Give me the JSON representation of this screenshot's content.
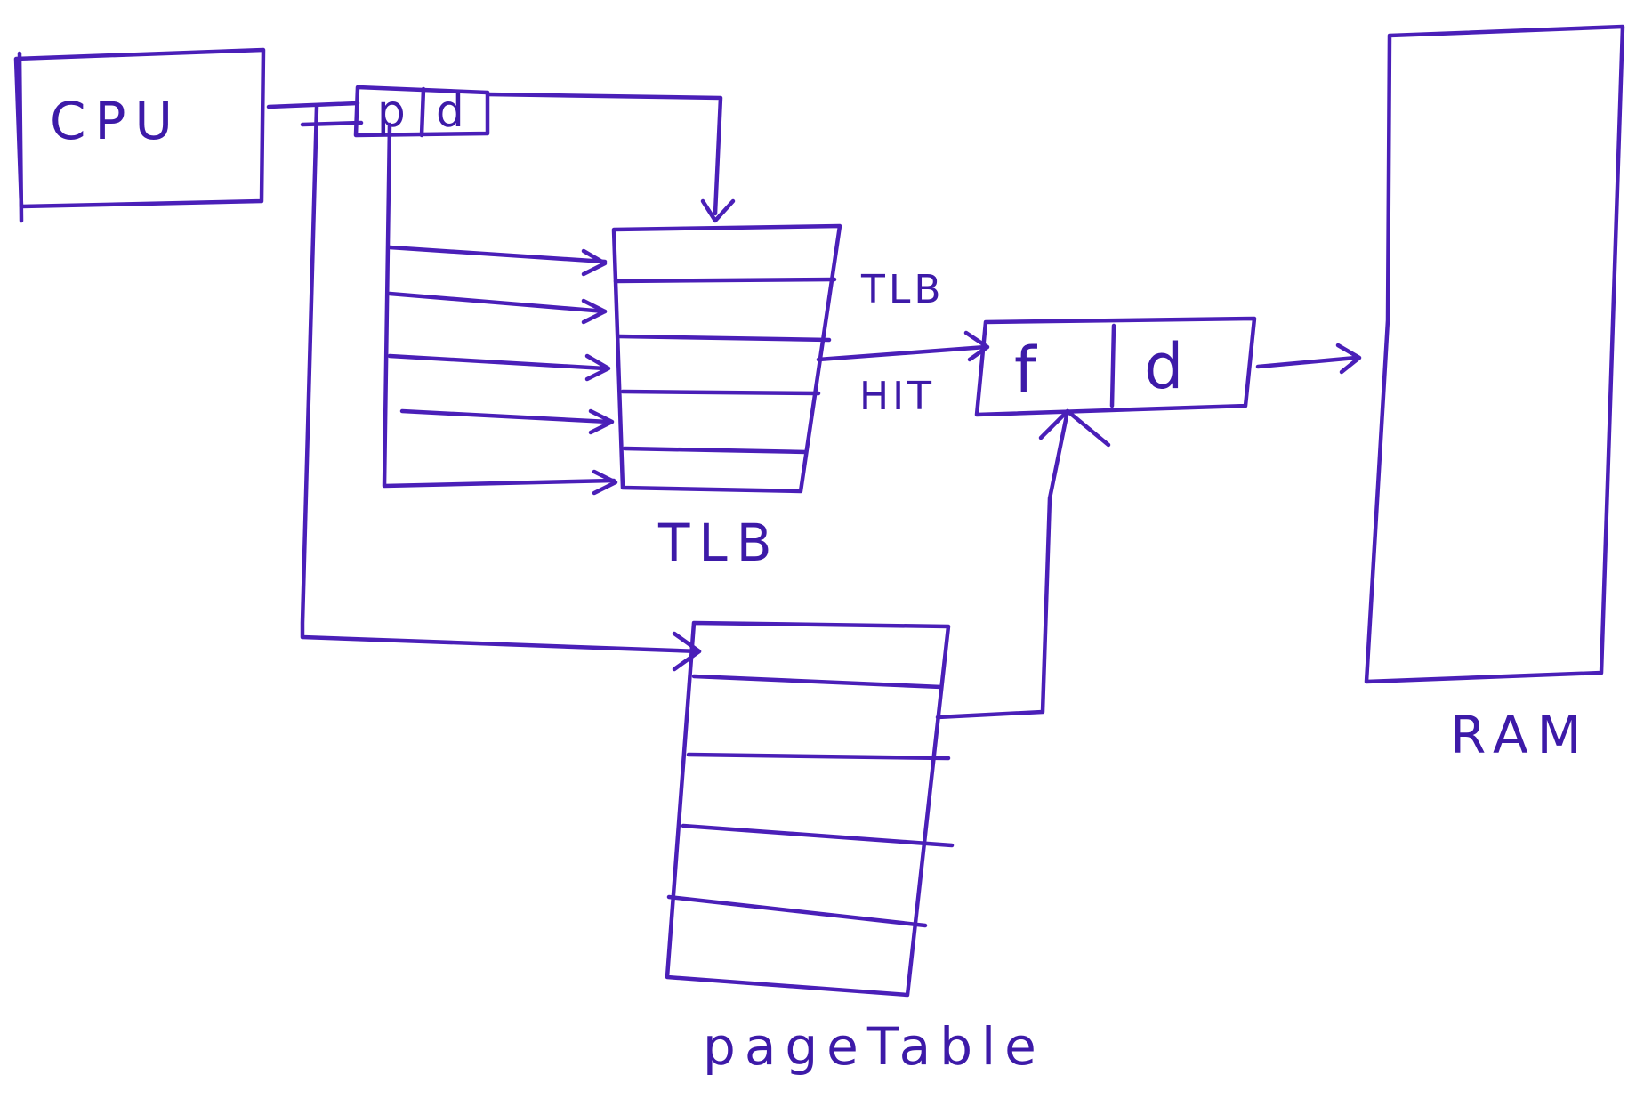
{
  "diagram": {
    "cpu_label": "CPU",
    "logical_address": {
      "page": "p",
      "offset": "d"
    },
    "tlb": {
      "label": "TLB",
      "rows": 5,
      "hit_label_line1": "TLB",
      "hit_label_line2": "HIT"
    },
    "physical_address": {
      "frame": "f",
      "offset": "d"
    },
    "page_table": {
      "label": "pageTable",
      "rows": 5
    },
    "ram": {
      "label": "RAM"
    }
  },
  "colors": {
    "ink": "#4a1fb8",
    "background": "#ffffff"
  }
}
